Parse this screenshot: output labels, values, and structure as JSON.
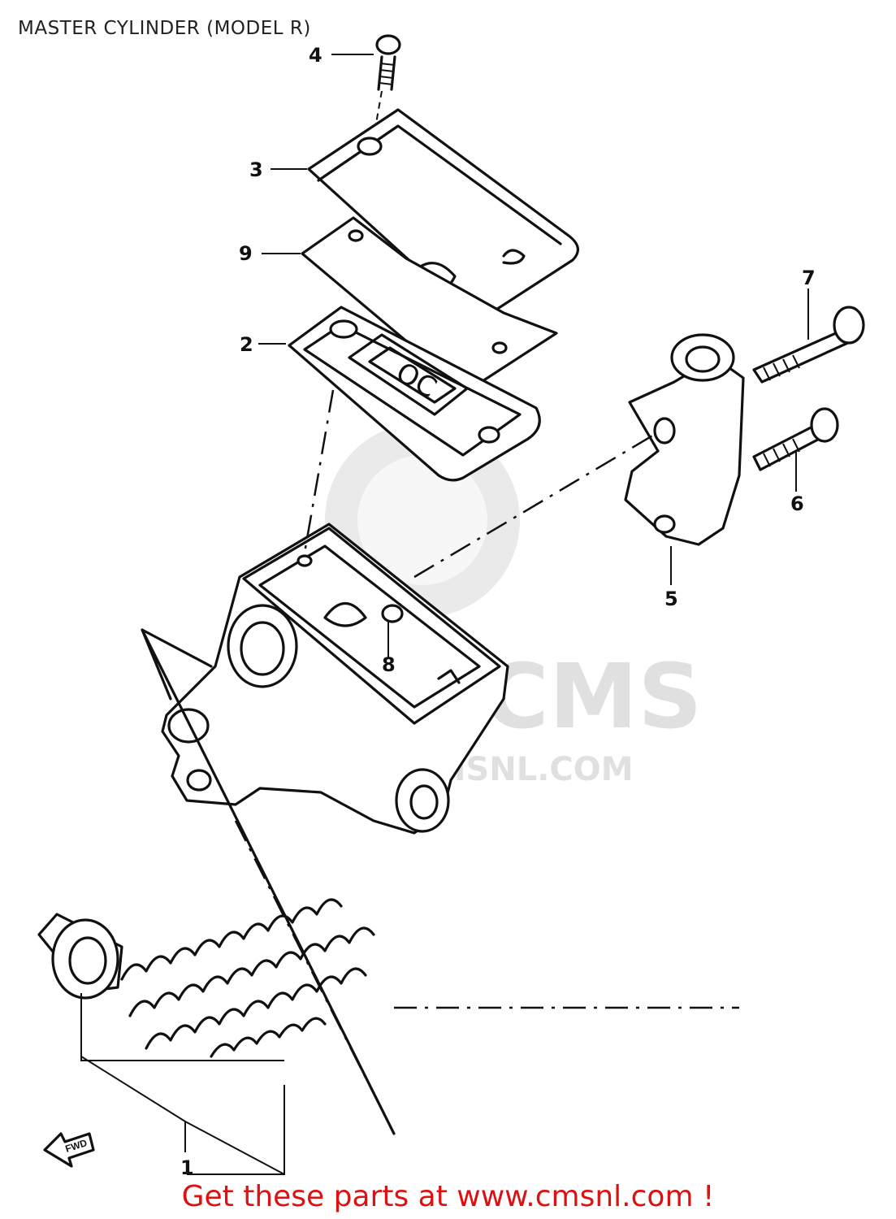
{
  "title": "MASTER CYLINDER (MODEL R)",
  "footer": "Get these parts at www.cmsnl.com !",
  "watermark": {
    "brand": "CMS",
    "url": "WWW.CMSNL.COM"
  },
  "callouts": [
    {
      "id": "1",
      "part": "piston-spring-set"
    },
    {
      "id": "2",
      "part": "diaphragm"
    },
    {
      "id": "3",
      "part": "reservoir-cap"
    },
    {
      "id": "4",
      "part": "cap-screw"
    },
    {
      "id": "5",
      "part": "holder-clamp"
    },
    {
      "id": "6",
      "part": "bolt-lower"
    },
    {
      "id": "7",
      "part": "bolt-upper"
    },
    {
      "id": "8",
      "part": "reservoir-plug"
    },
    {
      "id": "9",
      "part": "diaphragm-plate"
    }
  ],
  "direction_arrow_label": "FWD",
  "colors": {
    "footer_text": "#dd1111",
    "line": "#111111",
    "watermark": "#d8d8d8"
  }
}
